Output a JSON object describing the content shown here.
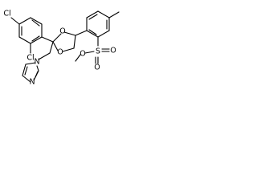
{
  "structure": {
    "atoms": {
      "cl_top": "Cl",
      "cl_ortho": "Cl",
      "o_ring_top": "O",
      "o_ring_bottom": "O",
      "n_linker": "N",
      "n_ring": "N",
      "s_sulfonyl": "S",
      "o_sulfonyl_top": "O",
      "o_sulfonyl_right": "O",
      "o_ester": "O"
    }
  }
}
